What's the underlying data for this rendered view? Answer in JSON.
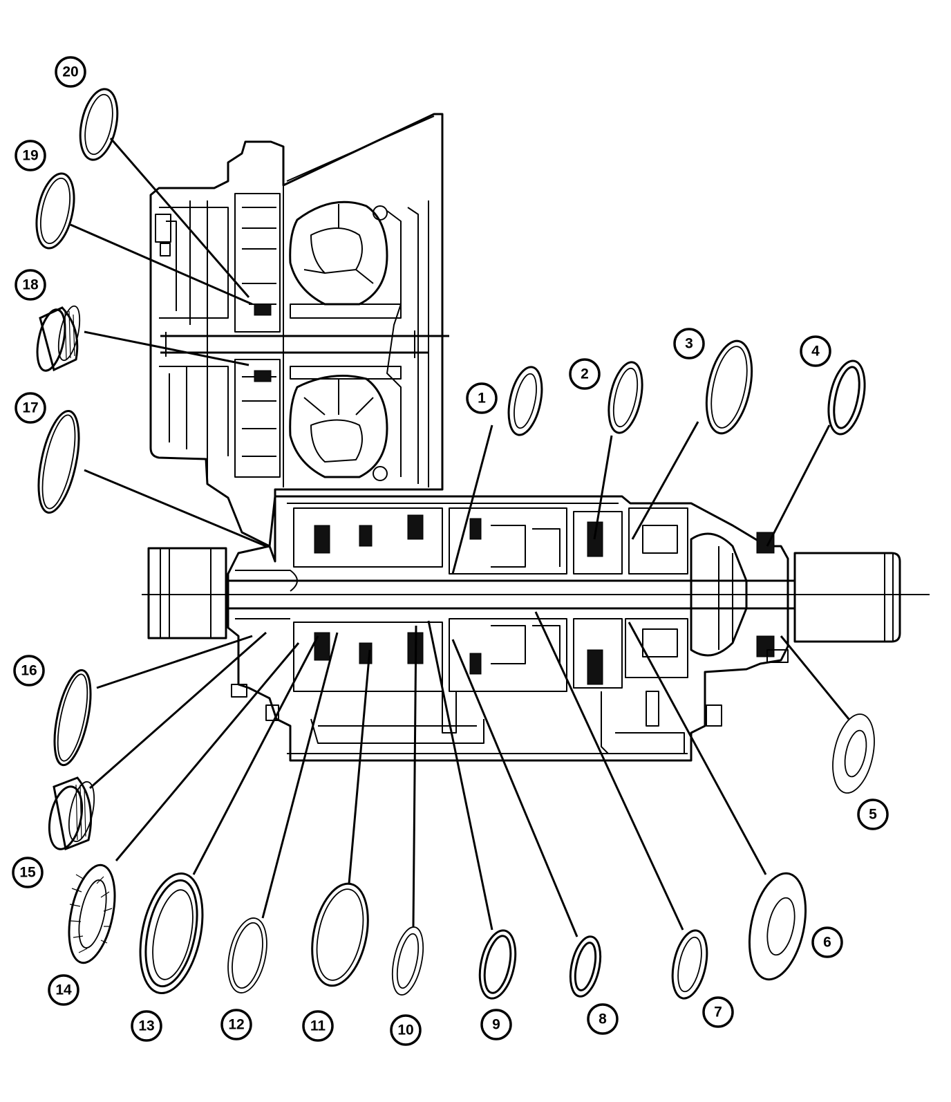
{
  "callouts": [
    {
      "id": 1,
      "label": "1"
    },
    {
      "id": 2,
      "label": "2"
    },
    {
      "id": 3,
      "label": "3"
    },
    {
      "id": 4,
      "label": "4"
    },
    {
      "id": 5,
      "label": "5"
    },
    {
      "id": 6,
      "label": "6"
    },
    {
      "id": 7,
      "label": "7"
    },
    {
      "id": 8,
      "label": "8"
    },
    {
      "id": 9,
      "label": "9"
    },
    {
      "id": 10,
      "label": "10"
    },
    {
      "id": 11,
      "label": "11"
    },
    {
      "id": 12,
      "label": "12"
    },
    {
      "id": 13,
      "label": "13"
    },
    {
      "id": 14,
      "label": "14"
    },
    {
      "id": 15,
      "label": "15"
    },
    {
      "id": 16,
      "label": "16"
    },
    {
      "id": 17,
      "label": "17"
    },
    {
      "id": 18,
      "label": "18"
    },
    {
      "id": 19,
      "label": "19"
    },
    {
      "id": 20,
      "label": "20"
    }
  ],
  "colors": {
    "ink": "#000000",
    "paper": "#ffffff"
  }
}
